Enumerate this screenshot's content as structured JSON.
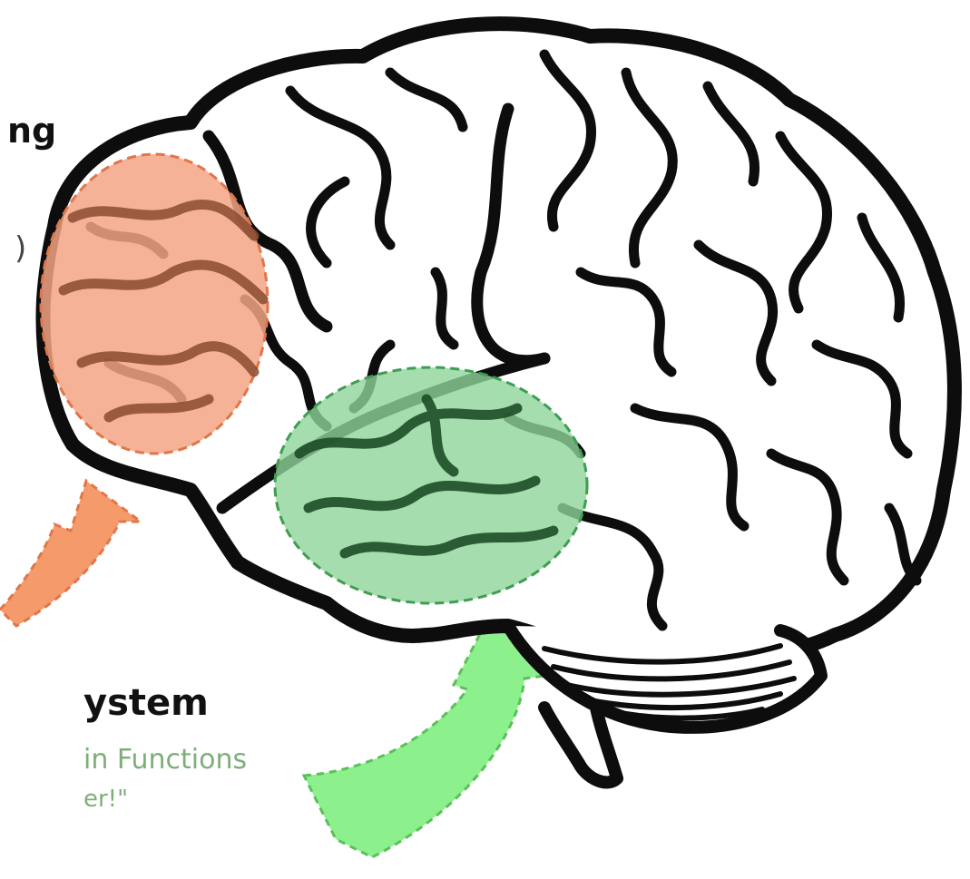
{
  "labels": {
    "top_heading": "ng",
    "top_paren": ")",
    "bottom_heading": "ystem",
    "bottom_line1": "in Functions",
    "bottom_line2": "er!\""
  },
  "colors": {
    "outline": "#0d0d0d",
    "prefrontal_fill": "#f4a585",
    "prefrontal_stroke": "#e0764a",
    "prefrontal_arrow": "#f59a6a",
    "limbic_fill": "#8fd49a",
    "limbic_stroke": "#3f9d52",
    "limbic_arrow": "#8cf08c",
    "subtext": "#7fae7a",
    "background": "#ffffff"
  },
  "icons": {
    "brain": "brain-outline",
    "prefrontal_region": "highlight-ellipse",
    "limbic_region": "highlight-circle",
    "orange_arrow": "curved-arrow",
    "green_arrow": "curved-arrow"
  }
}
